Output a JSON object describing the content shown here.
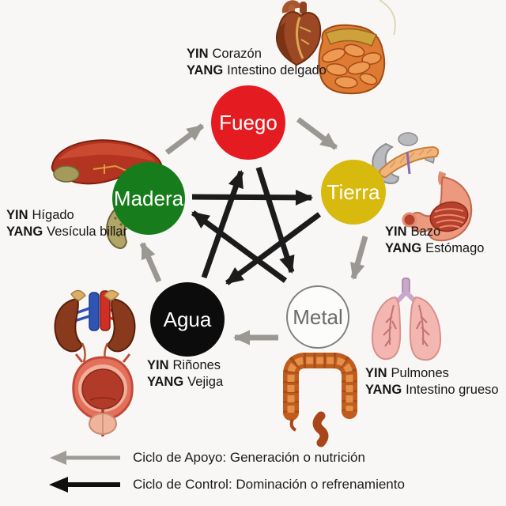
{
  "background_color": "#f8f7f5",
  "labels": {
    "yin_prefix": "YIN",
    "yang_prefix": "YANG"
  },
  "elements": [
    {
      "id": "fuego",
      "label": "Fuego",
      "color": "#e41c21",
      "text_color": "#ffffff",
      "yin": "Corazón",
      "yang": "Intestino delgado"
    },
    {
      "id": "tierra",
      "label": "Tierra",
      "color": "#d8b90e",
      "text_color": "#ffffff",
      "yin": "Bazo",
      "yang": "Estómago"
    },
    {
      "id": "metal",
      "label": "Metal",
      "color": "#fcfcfb",
      "text_color": "#6b6b6b",
      "border_color": "#808080",
      "yin": "Pulmones",
      "yang": "Intestino grueso"
    },
    {
      "id": "agua",
      "label": "Agua",
      "color": "#0c0c0c",
      "text_color": "#ffffff",
      "yin": "Riñones",
      "yang": "Vejiga"
    },
    {
      "id": "madera",
      "label": "Madera",
      "color": "#177c1b",
      "text_color": "#ffffff",
      "yin": "Hígado",
      "yang": "Vesícula biliar"
    }
  ],
  "cycles": {
    "generacion": {
      "color": "#9b9793",
      "arrows": [
        {
          "from": "Madera",
          "to": "Fuego"
        },
        {
          "from": "Fuego",
          "to": "Tierra"
        },
        {
          "from": "Tierra",
          "to": "Metal"
        },
        {
          "from": "Metal",
          "to": "Agua"
        },
        {
          "from": "Agua",
          "to": "Madera"
        }
      ]
    },
    "control": {
      "color": "#1b1b1b",
      "arrows": [
        {
          "from": "Madera",
          "to": "Tierra"
        },
        {
          "from": "Tierra",
          "to": "Agua"
        },
        {
          "from": "Agua",
          "to": "Fuego"
        },
        {
          "from": "Fuego",
          "to": "Metal"
        },
        {
          "from": "Metal",
          "to": "Madera"
        }
      ]
    }
  },
  "legend": {
    "apoyo": {
      "arrow_color": "#a09c97",
      "text": "Ciclo de Apoyo: Generación o nutrición"
    },
    "control": {
      "arrow_color": "#0f0f0f",
      "text": "Ciclo de Control: Dominación o refrenamiento"
    }
  },
  "organs": [
    {
      "icon": "heart-icon",
      "element": "Fuego"
    },
    {
      "icon": "small-intestine-icon",
      "element": "Fuego"
    },
    {
      "icon": "pancreas-spleen-icon",
      "element": "Tierra"
    },
    {
      "icon": "stomach-icon",
      "element": "Tierra"
    },
    {
      "icon": "lungs-icon",
      "element": "Metal"
    },
    {
      "icon": "large-intestine-icon",
      "element": "Metal"
    },
    {
      "icon": "kidneys-icon",
      "element": "Agua"
    },
    {
      "icon": "bladder-icon",
      "element": "Agua"
    },
    {
      "icon": "liver-icon",
      "element": "Madera"
    },
    {
      "icon": "gallbladder-icon",
      "element": "Madera"
    }
  ]
}
